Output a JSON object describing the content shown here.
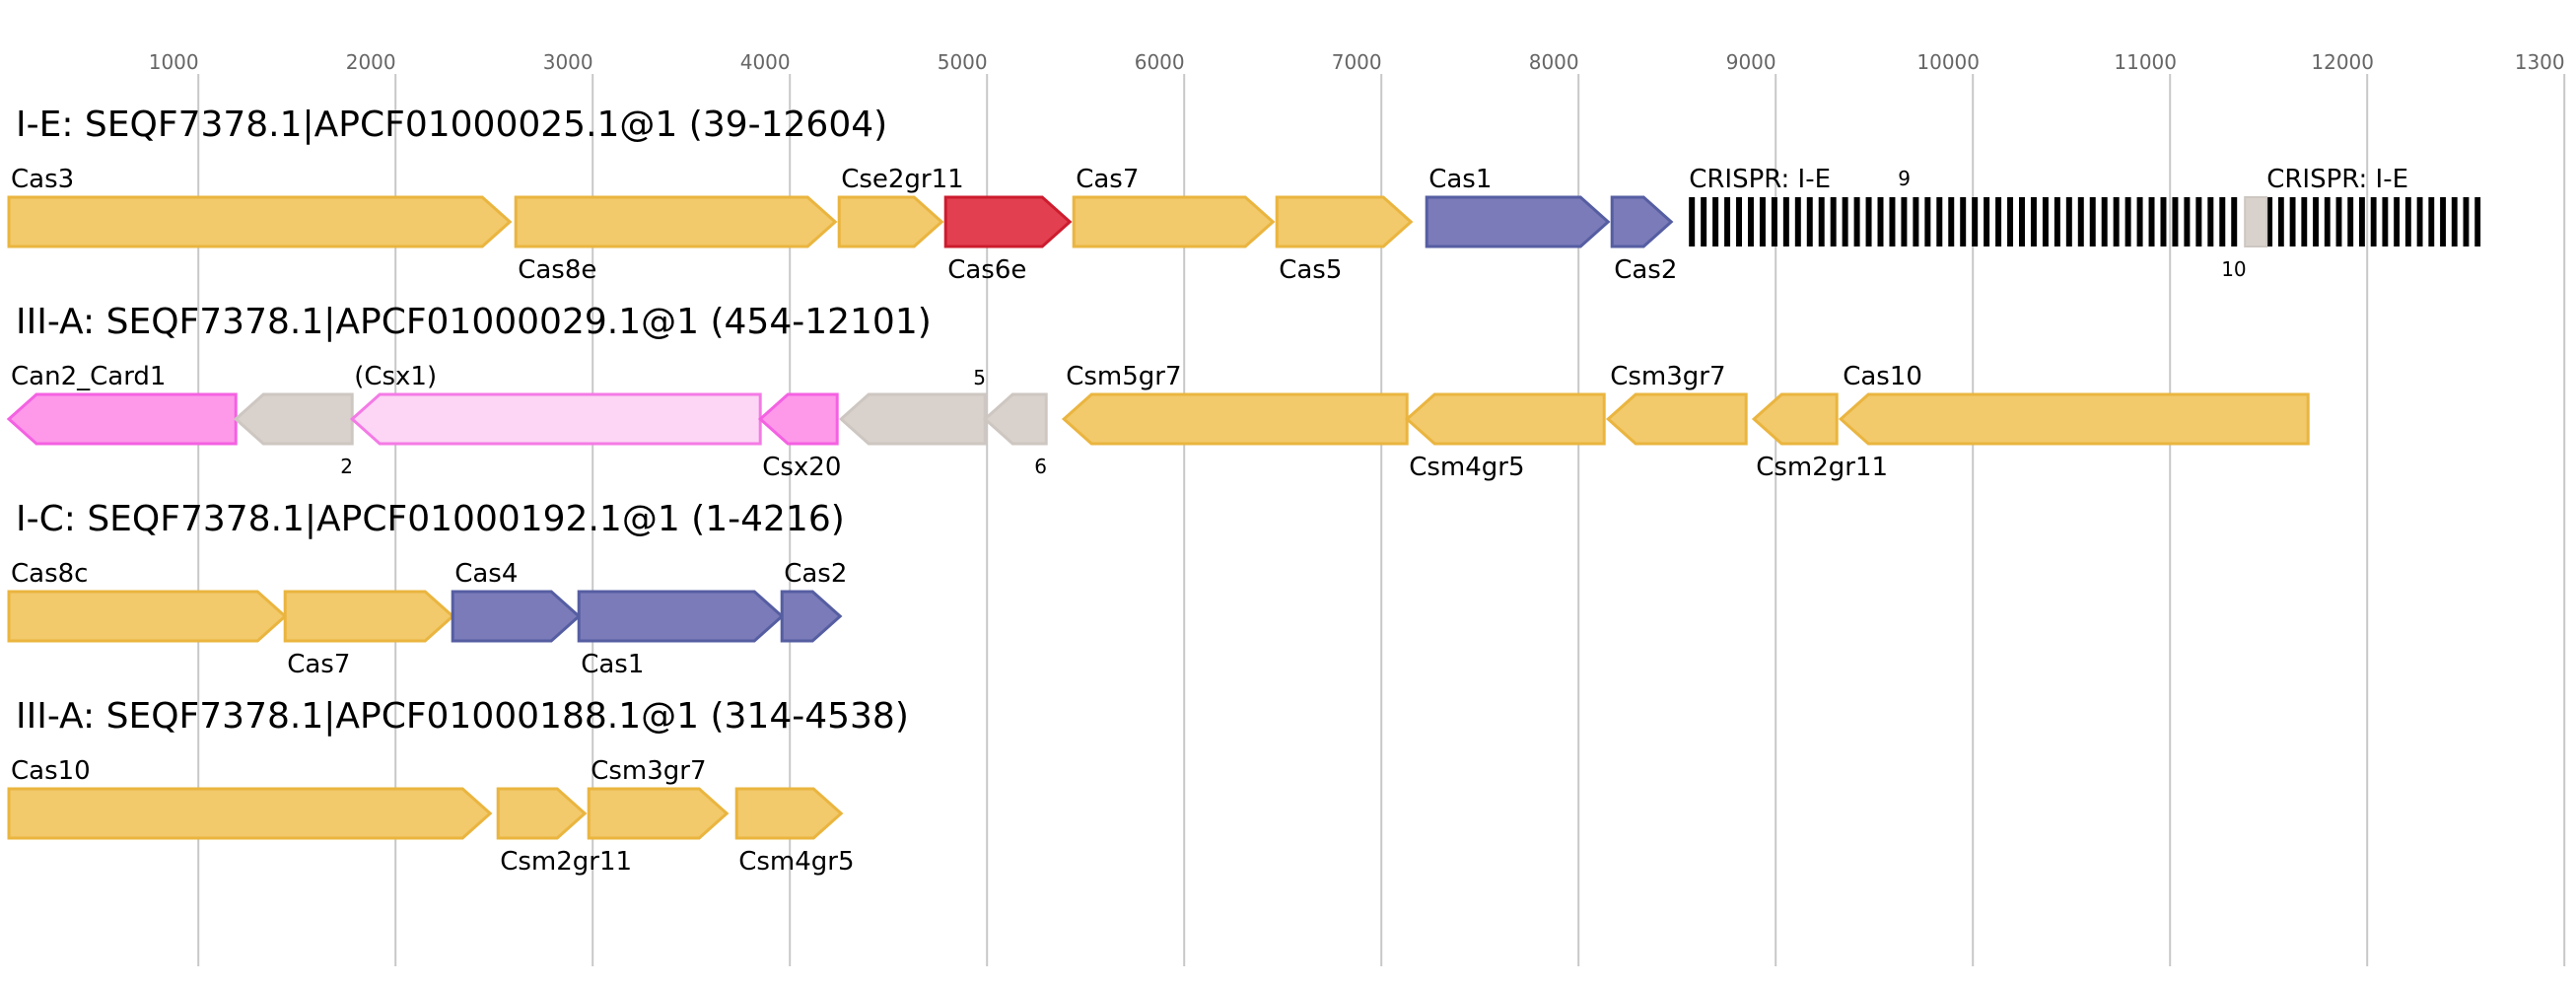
{
  "colors": {
    "yellow": "#f2c96b",
    "yellow_edge": "#eab53f",
    "red": "#e24050",
    "red_edge": "#cc1c2e",
    "blue": "#7b7bb9",
    "blue_edge": "#565ea2",
    "pink": "#fe99ea",
    "pink_edge": "#f461e2",
    "light_pink": "#fdd6f5",
    "light_pink_edge": "#f47ae5",
    "gray": "#d9d2cc",
    "gray_edge": "#cdc6c1",
    "grid": "#c8c8c8"
  },
  "axis": {
    "ticks": [
      "1000",
      "2000",
      "3000",
      "4000",
      "5000",
      "6000",
      "7000",
      "8000",
      "9000",
      "10000",
      "11000",
      "12000",
      "1300"
    ]
  },
  "tracks": [
    {
      "title": "I-E: SEQF7378.1|APCF01000025.1@1 (39-12604)",
      "genes": [
        {
          "label": "Cas3",
          "start": 39,
          "end": 2580,
          "strand": 1,
          "color": "yellow",
          "label_pos": "above"
        },
        {
          "label": "Cas8e",
          "start": 2610,
          "end": 4230,
          "strand": 1,
          "color": "yellow",
          "label_pos": "below"
        },
        {
          "label": "Cse2gr11",
          "start": 4250,
          "end": 4770,
          "strand": 1,
          "color": "yellow",
          "label_pos": "above"
        },
        {
          "label": "Cas6e",
          "start": 4790,
          "end": 5420,
          "strand": 1,
          "color": "red",
          "label_pos": "below"
        },
        {
          "label": "Cas7",
          "start": 5440,
          "end": 6450,
          "strand": 1,
          "color": "yellow",
          "label_pos": "above"
        },
        {
          "label": "Cas5",
          "start": 6470,
          "end": 7150,
          "strand": 1,
          "color": "yellow",
          "label_pos": "below"
        },
        {
          "label": "Cas1",
          "start": 7230,
          "end": 8150,
          "strand": 1,
          "color": "blue",
          "label_pos": "above"
        },
        {
          "label": "Cas2",
          "start": 8170,
          "end": 8470,
          "strand": 1,
          "color": "blue",
          "label_pos": "below"
        }
      ],
      "arrays": [
        {
          "label": "CRISPR: I-E",
          "start": 8560,
          "end": 11370,
          "spacers": 47
        },
        {
          "label": "CRISPR: I-E",
          "start": 11490,
          "end": 12604,
          "spacers": 19
        }
      ],
      "small_features": [
        {
          "label": "9",
          "start": 9620,
          "end": 9620,
          "label_pos": "above",
          "color": "none"
        },
        {
          "label": "10",
          "start": 11380,
          "end": 11490,
          "label_pos": "below",
          "color": "gray"
        }
      ]
    },
    {
      "title": "III-A: SEQF7378.1|APCF01000029.1@1 (454-12101)",
      "genes": [
        {
          "label": "Can2_Card1",
          "start": 39,
          "end": 1190,
          "strand": -1,
          "color": "pink",
          "label_pos": "above"
        },
        {
          "label": "2",
          "start": 1190,
          "end": 1780,
          "strand": -1,
          "color": "gray",
          "label_pos": "below",
          "small_label": true
        },
        {
          "label": "(Csx1)",
          "start": 1780,
          "end": 3850,
          "strand": -1,
          "color": "light_pink",
          "label_pos": "above"
        },
        {
          "label": "Csx20",
          "start": 3850,
          "end": 4240,
          "strand": -1,
          "color": "pink",
          "label_pos": "below"
        },
        {
          "label": "5",
          "start": 4260,
          "end": 4990,
          "strand": -1,
          "color": "gray",
          "label_pos": "above",
          "small_label": true
        },
        {
          "label": "6",
          "start": 4990,
          "end": 5300,
          "strand": -1,
          "color": "gray",
          "label_pos": "below",
          "small_label": true
        },
        {
          "label": "Csm5gr7",
          "start": 5390,
          "end": 7130,
          "strand": -1,
          "color": "yellow",
          "label_pos": "above"
        },
        {
          "label": "Csm4gr5",
          "start": 7130,
          "end": 8130,
          "strand": -1,
          "color": "yellow",
          "label_pos": "below"
        },
        {
          "label": "Csm3gr7",
          "start": 8150,
          "end": 8850,
          "strand": -1,
          "color": "yellow",
          "label_pos": "above"
        },
        {
          "label": "Csm2gr11",
          "start": 8890,
          "end": 9310,
          "strand": -1,
          "color": "yellow",
          "label_pos": "below"
        },
        {
          "label": "Cas10",
          "start": 9330,
          "end": 11700,
          "strand": -1,
          "color": "yellow",
          "label_pos": "above"
        }
      ],
      "arrays": [],
      "small_features": []
    },
    {
      "title": "I-C: SEQF7378.1|APCF01000192.1@1 (1-4216)",
      "genes": [
        {
          "label": "Cas8c",
          "start": 39,
          "end": 1440,
          "strand": 1,
          "color": "yellow",
          "label_pos": "above"
        },
        {
          "label": "Cas7",
          "start": 1440,
          "end": 2290,
          "strand": 1,
          "color": "yellow",
          "label_pos": "below"
        },
        {
          "label": "Cas4",
          "start": 2290,
          "end": 2930,
          "strand": 1,
          "color": "blue",
          "label_pos": "above"
        },
        {
          "label": "Cas1",
          "start": 2930,
          "end": 3960,
          "strand": 1,
          "color": "blue",
          "label_pos": "below"
        },
        {
          "label": "Cas2",
          "start": 3960,
          "end": 4255,
          "strand": 1,
          "color": "blue",
          "label_pos": "above"
        }
      ],
      "arrays": [],
      "small_features": []
    },
    {
      "title": "III-A: SEQF7378.1|APCF01000188.1@1 (314-4538)",
      "genes": [
        {
          "label": "Cas10",
          "start": 39,
          "end": 2480,
          "strand": 1,
          "color": "yellow",
          "label_pos": "above"
        },
        {
          "label": "Csm2gr11",
          "start": 2520,
          "end": 2960,
          "strand": 1,
          "color": "yellow",
          "label_pos": "below"
        },
        {
          "label": "Csm3gr7",
          "start": 2980,
          "end": 3680,
          "strand": 1,
          "color": "yellow",
          "label_pos": "above"
        },
        {
          "label": "Csm4gr5",
          "start": 3730,
          "end": 4260,
          "strand": 1,
          "color": "yellow",
          "label_pos": "below"
        }
      ],
      "arrays": [],
      "small_features": []
    }
  ]
}
